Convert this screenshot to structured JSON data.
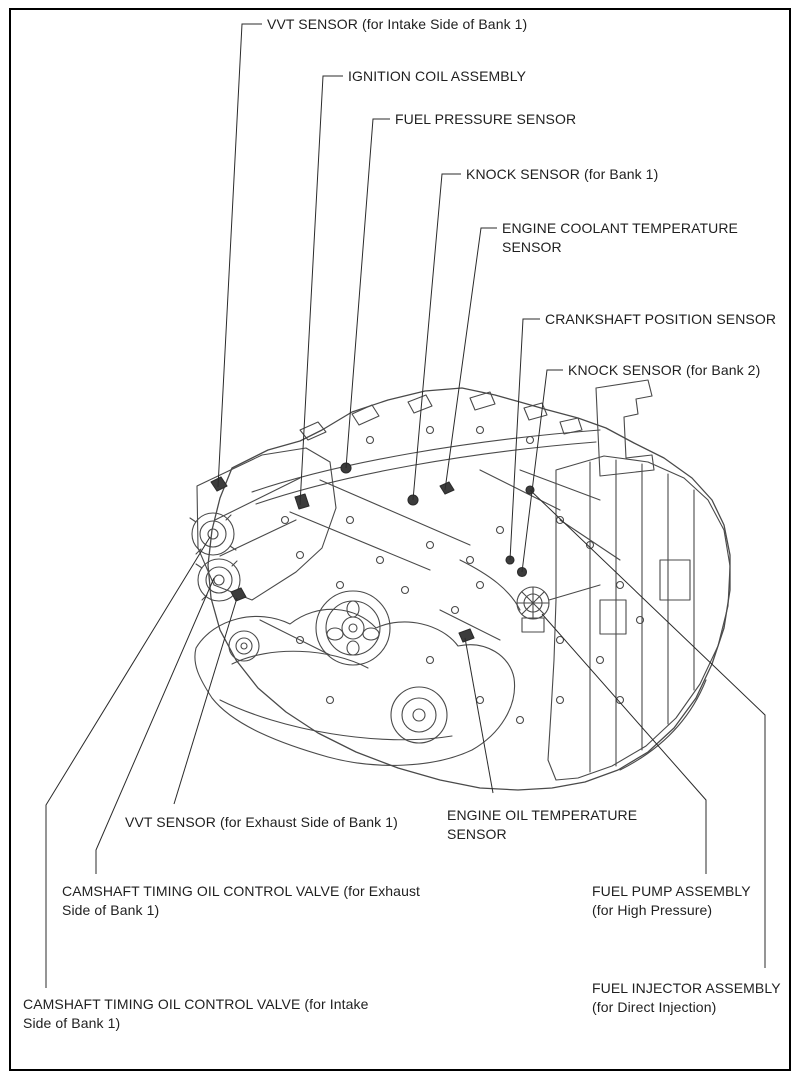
{
  "diagram": {
    "description": "Engine component location line-art diagram with callout labels",
    "colors": {
      "background": "#ffffff",
      "border": "#000000",
      "line_art": "#4a4a4a",
      "leader_line": "#2b2b2b",
      "label_text": "#1f1f1f"
    },
    "callouts": [
      {
        "id": "vvt_intake",
        "lines": [
          "VVT SENSOR (for Intake Side of Bank 1)"
        ]
      },
      {
        "id": "ignition_coil",
        "lines": [
          "IGNITION COIL ASSEMBLY"
        ]
      },
      {
        "id": "fuel_pressure",
        "lines": [
          "FUEL PRESSURE SENSOR"
        ]
      },
      {
        "id": "knock_1",
        "lines": [
          "KNOCK SENSOR (for Bank 1)"
        ]
      },
      {
        "id": "coolant_temp",
        "lines": [
          "ENGINE COOLANT TEMPERATURE",
          "SENSOR"
        ]
      },
      {
        "id": "crank_position",
        "lines": [
          "CRANKSHAFT POSITION SENSOR"
        ]
      },
      {
        "id": "knock_2",
        "lines": [
          "KNOCK SENSOR (for Bank 2)"
        ]
      },
      {
        "id": "vvt_exhaust",
        "lines": [
          "VVT SENSOR (for Exhaust Side of Bank 1)"
        ]
      },
      {
        "id": "oil_temp",
        "lines": [
          "ENGINE OIL TEMPERATURE",
          "SENSOR"
        ]
      },
      {
        "id": "cam_valve_exhaust",
        "lines": [
          "CAMSHAFT TIMING OIL CONTROL VALVE (for Exhaust",
          "Side of Bank 1)"
        ]
      },
      {
        "id": "fuel_pump",
        "lines": [
          "FUEL PUMP ASSEMBLY",
          "(for High Pressure)"
        ]
      },
      {
        "id": "cam_valve_intake",
        "lines": [
          "CAMSHAFT TIMING OIL CONTROL VALVE (for Intake",
          "Side of Bank 1)"
        ]
      },
      {
        "id": "fuel_injector",
        "lines": [
          "FUEL INJECTOR ASSEMBLY",
          "(for Direct Injection)"
        ]
      }
    ]
  }
}
